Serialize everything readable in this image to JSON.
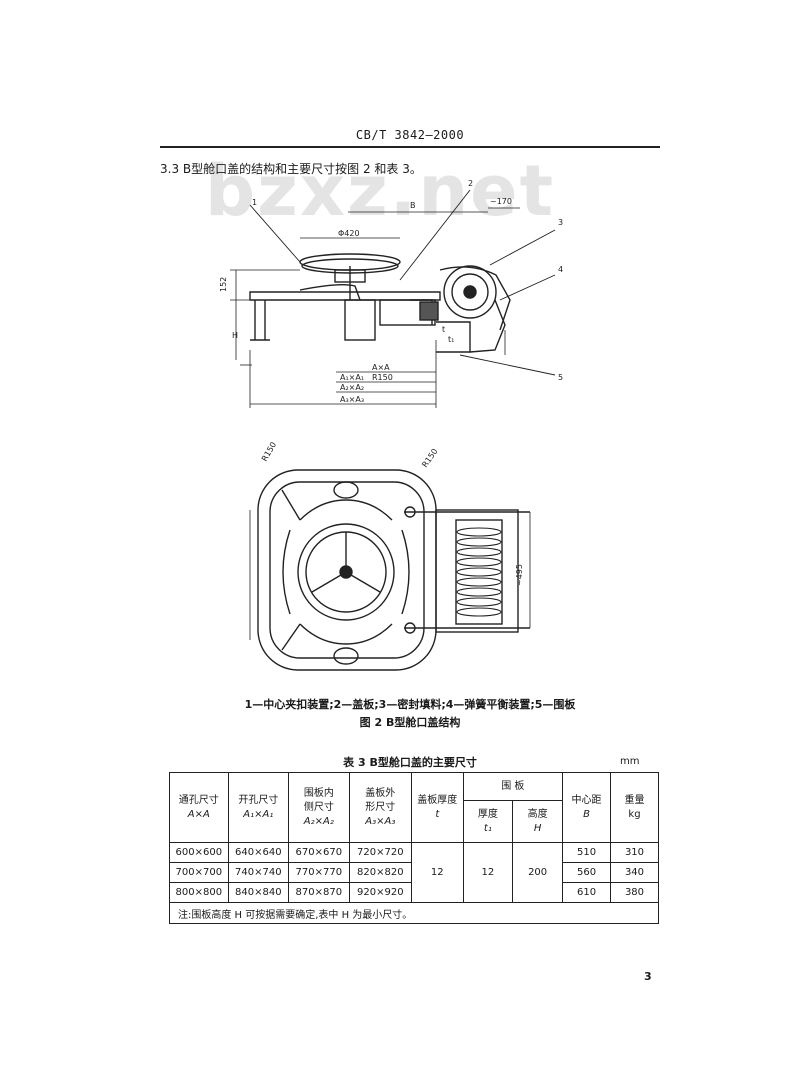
{
  "header": {
    "standard": "CB/T 3842—2000"
  },
  "section": {
    "text": "3.3  B型舱口盖的结构和主要尺寸按图 2 和表 3。"
  },
  "watermark": {
    "text": "bzxz.net"
  },
  "figure": {
    "labels": {
      "p1": "1",
      "p2": "2",
      "p3": "3",
      "p4": "4",
      "p5": "5",
      "dim_b": "B",
      "dim_170": "~170",
      "dim_phi": "Φ420",
      "dim_152": "152",
      "dim_h": "H",
      "dim_axa": "A×A",
      "dim_a1": "A₁×A₁",
      "dim_r150": "R150",
      "dim_a2": "A₂×A₂",
      "dim_a3": "A₃×A₃",
      "plan_r150a": "R150",
      "plan_r150b": "R150",
      "plan_495": "~495",
      "t1": "t",
      "t2": "t₁"
    },
    "caption_parts": "1—中心夹扣装置;2—盖板;3—密封填料;4—弹簧平衡装置;5—围板",
    "caption_title": "图 2   B型舱口盖结构"
  },
  "table": {
    "title": "表 3   B型舱口盖的主要尺寸",
    "unit": "mm",
    "headers": {
      "h1": "通孔尺寸",
      "h1b": "A×A",
      "h2": "开孔尺寸",
      "h2b": "A₁×A₁",
      "h3": "围板内",
      "h3b": "侧尺寸",
      "h3c": "A₂×A₂",
      "h4": "盖板外",
      "h4b": "形尺寸",
      "h4c": "A₃×A₃",
      "h5": "盖板厚度",
      "h5b": "t",
      "h6": "围    板",
      "h6a": "厚度",
      "h6a2": "t₁",
      "h6b": "高度",
      "h6b2": "H",
      "h7": "中心距",
      "h7b": "B",
      "h8": "重量",
      "h8b": "kg"
    },
    "rows": [
      {
        "c1": "600×600",
        "c2": "640×640",
        "c3": "670×670",
        "c4": "720×720",
        "c7": "510",
        "c8": "310"
      },
      {
        "c1": "700×700",
        "c2": "740×740",
        "c3": "770×770",
        "c4": "820×820",
        "c7": "560",
        "c8": "340"
      },
      {
        "c1": "800×800",
        "c2": "840×840",
        "c3": "870×870",
        "c4": "920×920",
        "c7": "610",
        "c8": "380"
      }
    ],
    "merged": {
      "t": "12",
      "t1": "12",
      "h": "200"
    },
    "note": "注:围板高度 H 可按据需要确定,表中 H 为最小尺寸。"
  },
  "page_number": "3"
}
